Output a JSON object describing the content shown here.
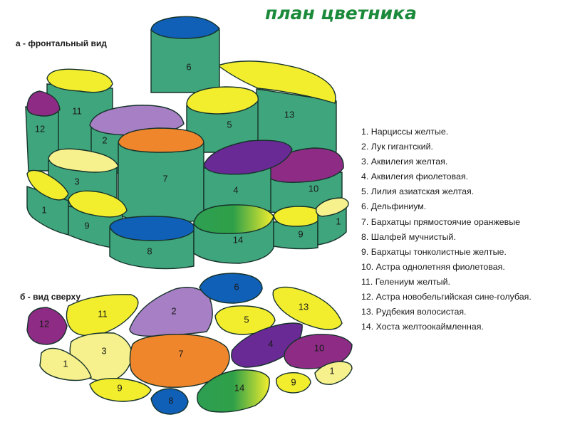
{
  "title": "план цветника",
  "front_view_label": "а - фронтальный вид",
  "top_view_label": "б - вид сверху",
  "legend": [
    "1. Нарциссы желтые.",
    "2. Лук гигантский.",
    "3. Аквилегия желтая.",
    "4. Аквилегия фиолетовая.",
    "5. Лилия азиатская желтая.",
    "6. Дельфиниум.",
    "7. Бархатцы прямостоячие оранжевые",
    "8. Шалфей мучнистый.",
    "9. Бархатцы тонколистные желтые.",
    "10. Астра однолетняя фиолетовая.",
    "11. Гелениум желтый.",
    "12. Астра новобельгийская сине-голубая.",
    "13. Рудбекия волосистая.",
    "14. Хоста желтоокаймленная."
  ],
  "front_numbers": [
    "1",
    "9",
    "8",
    "14",
    "9",
    "1",
    "3",
    "4",
    "10",
    "2",
    "7",
    "12",
    "11",
    "5",
    "13",
    "6"
  ],
  "top_numbers": [
    "12",
    "11",
    "2",
    "6",
    "5",
    "13",
    "3",
    "1",
    "7",
    "4",
    "10",
    "9",
    "8",
    "14",
    "9",
    "1"
  ],
  "colors": {
    "side_green": "#3fa57d",
    "yellow": "#f2ee2e",
    "light_yellow": "#f6f18c",
    "purple_light": "#a77fc4",
    "purple_dark": "#6a2a96",
    "magenta": "#8e2c85",
    "orange": "#f0862c",
    "blue": "#1060b8",
    "title_green": "#1b8a3a"
  }
}
